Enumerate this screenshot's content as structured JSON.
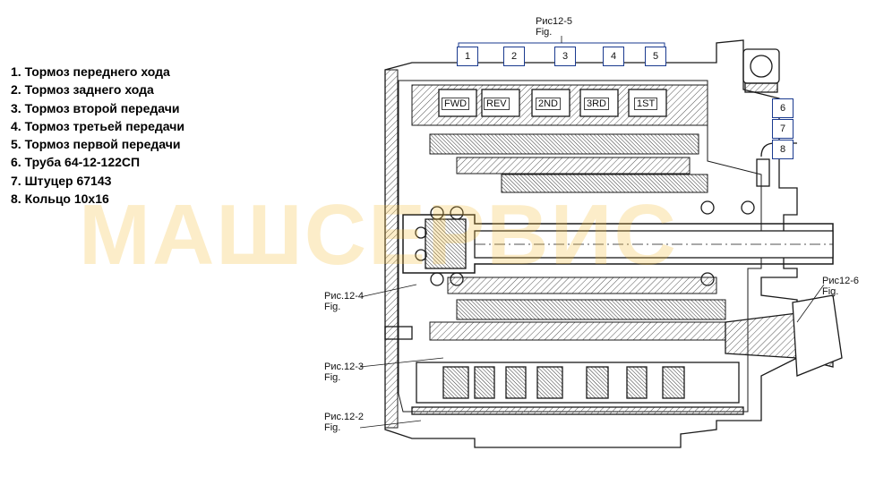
{
  "legend": [
    "1. Тормоз переднего хода",
    "2. Тормоз заднего хода",
    "3. Тормоз второй передачи",
    "4. Тормоз третьей передачи",
    "5. Тормоз первой передачи",
    "6. Труба 64-12-122СП",
    "7. Штуцер 67143",
    "8. Кольцо 10х16"
  ],
  "watermark": "МАШСЕРВИС",
  "callouts": {
    "fig_12_5": {
      "line1": "Рис12-5",
      "line2": "Fig."
    },
    "fig_12_4": {
      "line1": "Рис.12-4",
      "line2": "Fig."
    },
    "fig_12_3": {
      "line1": "Рис.12-3",
      "line2": "Fig."
    },
    "fig_12_2": {
      "line1": "Рис.12-2",
      "line2": "Fig."
    },
    "fig_12_6": {
      "line1": "Рис12-6",
      "line2": "Fig."
    }
  },
  "top_numbers": [
    "1",
    "2",
    "3",
    "4",
    "5"
  ],
  "side_numbers": [
    "6",
    "7",
    "8"
  ],
  "brake_labels": [
    "FWD",
    "REV",
    "2ND",
    "3RD",
    "1ST"
  ],
  "colors": {
    "line": "#1a1a1a",
    "hatch": "#555555",
    "watermark": "#f5be3c",
    "number_box": "#1a3a8f"
  }
}
